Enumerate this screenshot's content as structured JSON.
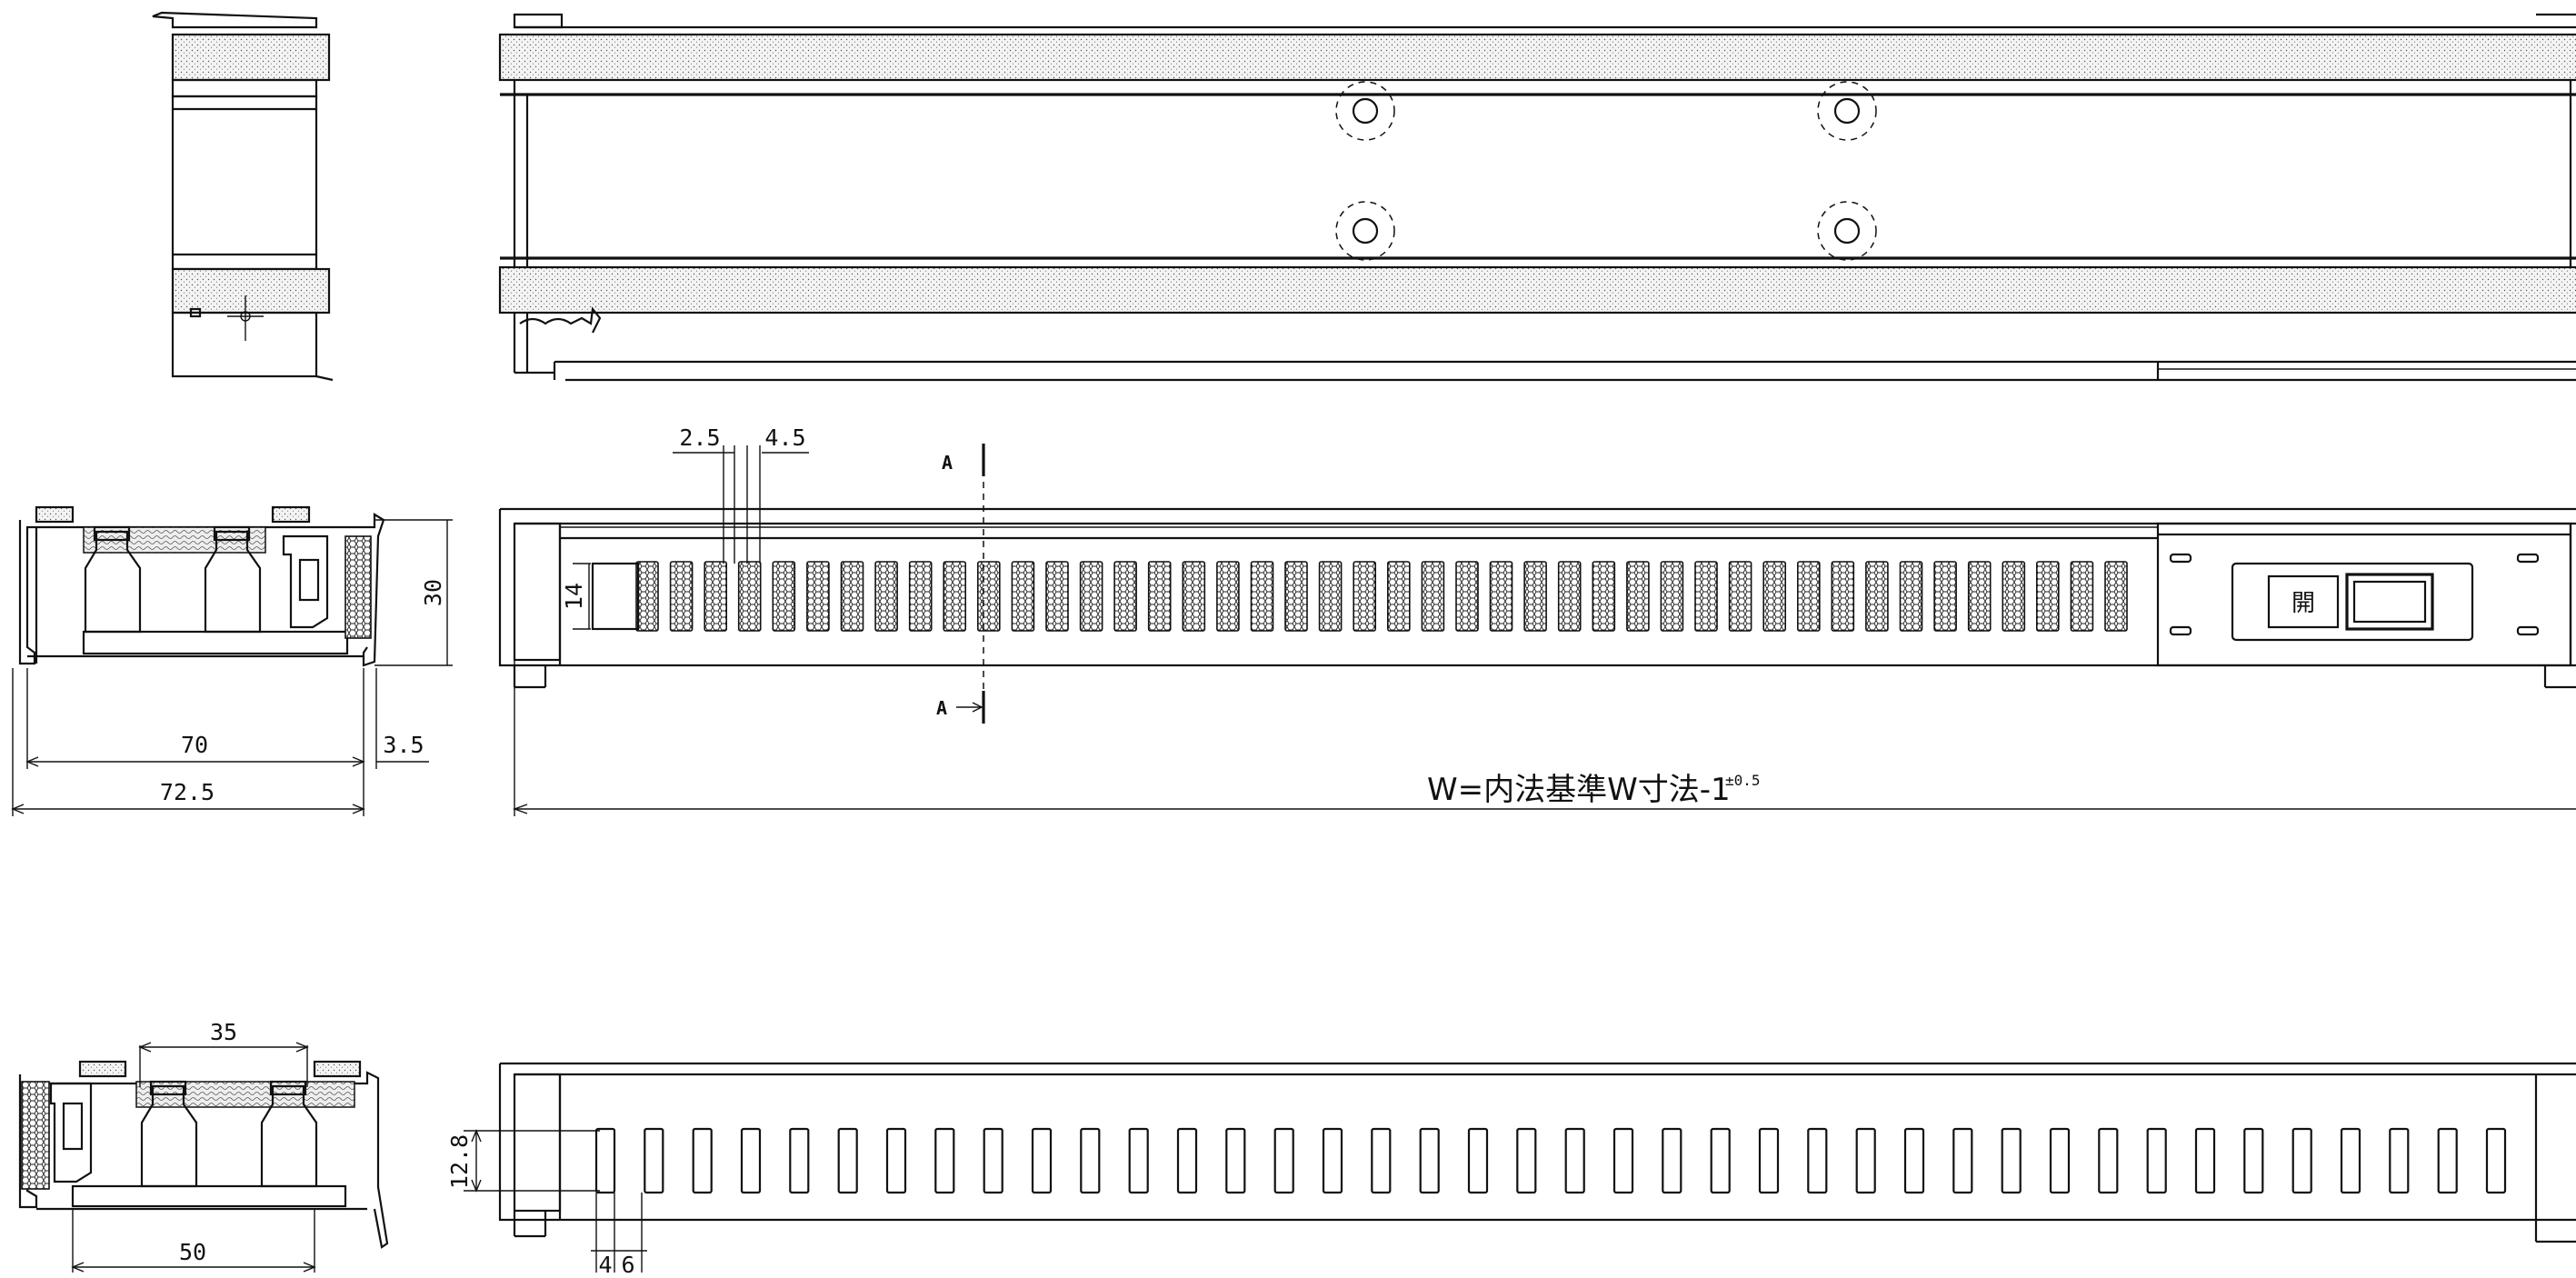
{
  "dimensions": {
    "profile_depth": "70",
    "profile_depth_total": "72.5",
    "side_offset": "3.5",
    "profile_height": "30",
    "slot_pitch_a": "2.5",
    "slot_pitch_b": "4.5",
    "slot_height_front": "14",
    "rear_pitch": "35",
    "rear_width": "50",
    "rear_slot_height": "12.8",
    "rear_slot_width": "4",
    "rear_slot_gap": "6",
    "width_formula": "W=内法基準W寸法-1",
    "width_tolerance": "±0.5"
  },
  "section_marks": {
    "top": "A",
    "bottom": "A"
  },
  "switch_label": "開",
  "front_slot_count": 44,
  "rear_slot_count": 40
}
